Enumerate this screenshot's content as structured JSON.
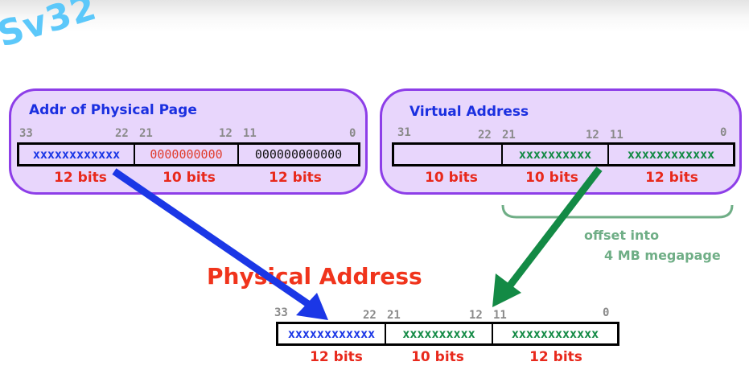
{
  "slide_title": "Sv32",
  "ppn_panel": {
    "title": "Addr of Physical Page",
    "bit_labels": [
      "33",
      "22",
      "21",
      "12",
      "11",
      "0"
    ],
    "fields": [
      {
        "text": "xxxxxxxxxxxx",
        "color": "#1b37e6"
      },
      {
        "text": "0000000000",
        "color": "#e03c2c"
      },
      {
        "text": "000000000000",
        "color": "#111111"
      }
    ],
    "widths": [
      "12 bits",
      "10 bits",
      "12 bits"
    ]
  },
  "va_panel": {
    "title": "Virtual Address",
    "bit_labels": [
      "31",
      "22",
      "21",
      "12",
      "11",
      "0"
    ],
    "fields": [
      {
        "text": "",
        "color": "#138a45"
      },
      {
        "text": "xxxxxxxxxx",
        "color": "#138a45"
      },
      {
        "text": "xxxxxxxxxxxx",
        "color": "#138a45"
      }
    ],
    "widths": [
      "10 bits",
      "10 bits",
      "12 bits"
    ]
  },
  "offset_annotation": {
    "line1": "offset into",
    "line2": "4 MB megapage"
  },
  "physical_address": {
    "title": "Physical Address",
    "bit_labels": [
      "33",
      "22",
      "21",
      "12",
      "11",
      "0"
    ],
    "fields": [
      {
        "text": "xxxxxxxxxxxx",
        "color": "#1b37e6"
      },
      {
        "text": "xxxxxxxxxx",
        "color": "#138a45"
      },
      {
        "text": "xxxxxxxxxxxx",
        "color": "#138a45"
      }
    ],
    "widths": [
      "12 bits",
      "10 bits",
      "12 bits"
    ]
  },
  "colors": {
    "panel_fill": "#e8d6fc",
    "panel_border": "#8d3ee8",
    "ppn_arrow": "#1b37e6",
    "offset_arrow": "#138a45",
    "brace": "#6fae86"
  }
}
